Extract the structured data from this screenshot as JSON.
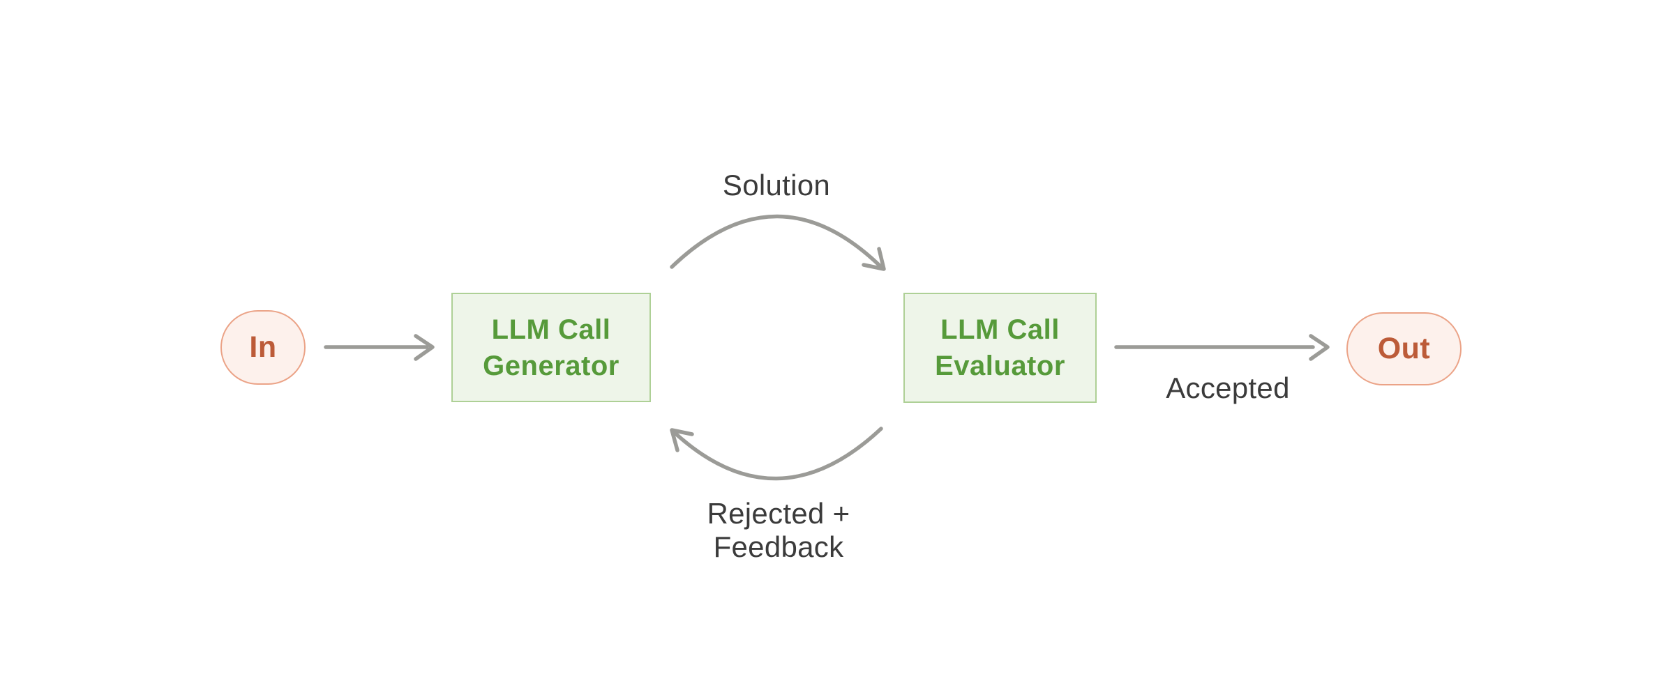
{
  "diagram": {
    "title": "evaluator-optimizer-workflow",
    "nodes": {
      "in": {
        "label": "In"
      },
      "generator": {
        "lines": [
          "LLM Call",
          "Generator"
        ]
      },
      "evaluator": {
        "lines": [
          "LLM Call",
          "Evaluator"
        ]
      },
      "out": {
        "label": "Out"
      }
    },
    "edges": {
      "in_to_generator": {
        "label": ""
      },
      "generator_to_evaluator": {
        "label": "Solution"
      },
      "evaluator_to_generator": {
        "label_line1": "Rejected +",
        "label_line2": "Feedback"
      },
      "evaluator_to_out": {
        "label": "Accepted"
      }
    },
    "colors": {
      "background": "#ffffff",
      "terminal_fill": "#fdf1ec",
      "terminal_border": "#eba387",
      "terminal_text": "#bc5b38",
      "process_fill": "#eef5e9",
      "process_border": "#aed096",
      "process_text": "#569a3a",
      "arrow_gray": "#9b9b97",
      "label_text": "#3b3b3b"
    }
  }
}
